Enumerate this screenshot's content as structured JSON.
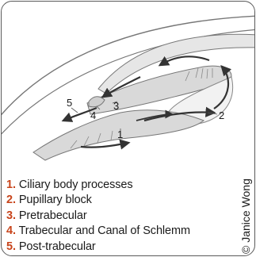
{
  "diagram": {
    "callouts": [
      "1",
      "2",
      "3",
      "4",
      "5"
    ]
  },
  "legend": [
    {
      "num": "1.",
      "text": "Ciliary body processes"
    },
    {
      "num": "2.",
      "text": "Pupillary block"
    },
    {
      "num": "3.",
      "text": "Pretrabecular"
    },
    {
      "num": "4.",
      "text": "Trabecular and Canal of Schlemm"
    },
    {
      "num": "5.",
      "text": "Post-trabecular"
    }
  ],
  "credit": "© Janice Wong",
  "colors": {
    "legend_number": "#c8451c",
    "frame": "#5a5a5a",
    "tissue": "#d9d9d9",
    "arrow": "#333333"
  }
}
